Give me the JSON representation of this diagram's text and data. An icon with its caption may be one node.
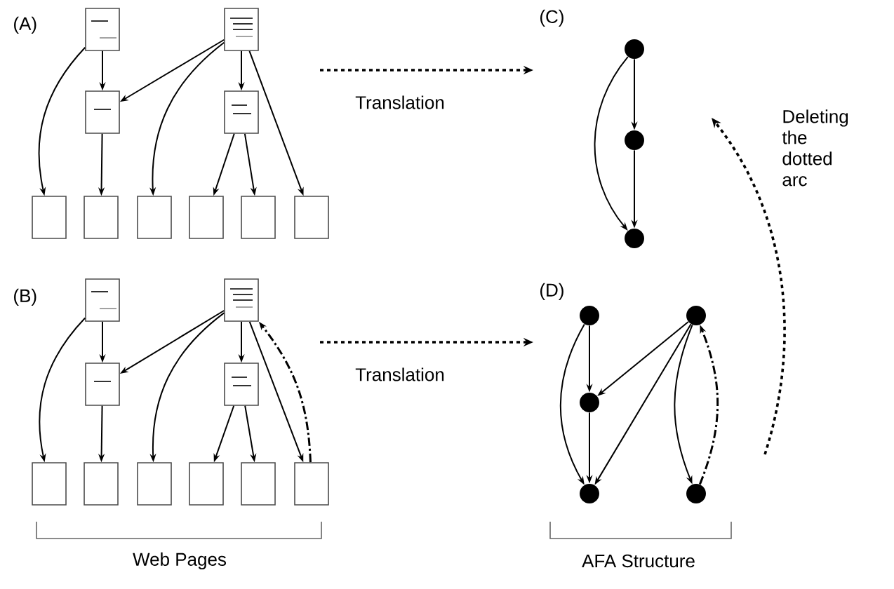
{
  "diagram": {
    "nodes": [
      {
        "text": [],
        "shape": "box"
      },
      {
        "text": [],
        "shape": "box"
      },
      {
        "text": [],
        "shape": "box"
      },
      {
        "text": [],
        "shape": "box"
      },
      {
        "text": [],
        "shape": "box"
      },
      {
        "text": [],
        "shape": "box"
      },
      {
        "text": [],
        "shape": "box"
      },
      {
        "text": [],
        "shape": "box"
      },
      {
        "text": [],
        "shape": "box"
      },
      {
        "text": [],
        "shape": "box"
      },
      {
        "text": [],
        "shape": "box"
      },
      {
        "text": [],
        "shape": "box"
      },
      {
        "text": [],
        "shape": "box"
      },
      {
        "text": [],
        "shape": "box"
      },
      {
        "text": [],
        "shape": "box"
      },
      {
        "text": [],
        "shape": "box"
      },
      {
        "text": [],
        "shape": "box"
      },
      {
        "text": [],
        "shape": "box"
      },
      {
        "text": [],
        "shape": "box"
      },
      {
        "text": [],
        "shape": "box"
      },
      {
        "text": [],
        "shape": "circle"
      },
      {
        "text": [],
        "shape": "circle"
      },
      {
        "text": [],
        "shape": "circle"
      },
      {
        "text": [],
        "shape": "circle"
      },
      {
        "text": [],
        "shape": "circle"
      },
      {
        "text": [],
        "shape": "circle"
      },
      {
        "text": [],
        "shape": "circle"
      },
      {
        "text": [],
        "shape": "circle"
      }
    ],
    "edges": [
      {
        "from": 0,
        "to": 4,
        "arrow": "to"
      },
      {
        "from": 0,
        "to": 2,
        "arrow": "to"
      },
      {
        "from": 1,
        "to": 2,
        "arrow": "to"
      },
      {
        "from": 1,
        "to": 6,
        "arrow": "to"
      },
      {
        "from": 1,
        "to": 3,
        "arrow": "to"
      },
      {
        "from": 1,
        "to": 9,
        "arrow": "to"
      },
      {
        "from": 2,
        "to": 5,
        "arrow": "to"
      },
      {
        "from": 3,
        "to": 7,
        "arrow": "to"
      },
      {
        "from": 3,
        "to": 8,
        "arrow": "to"
      },
      {
        "from": 10,
        "to": 14,
        "arrow": "to"
      },
      {
        "from": 10,
        "to": 12,
        "arrow": "to"
      },
      {
        "from": 11,
        "to": 12,
        "arrow": "to"
      },
      {
        "from": 11,
        "to": 16,
        "arrow": "to"
      },
      {
        "from": 11,
        "to": 13,
        "arrow": "to"
      },
      {
        "from": 11,
        "to": 19,
        "arrow": "to"
      },
      {
        "from": 12,
        "to": 15,
        "arrow": "to"
      },
      {
        "from": 13,
        "to": 17,
        "arrow": "to"
      },
      {
        "from": 13,
        "to": 18,
        "arrow": "to"
      },
      {
        "from": 19,
        "to": 11,
        "arrow": "to",
        "style": "dashed"
      },
      {
        "from": 20,
        "to": 21,
        "arrow": "to"
      },
      {
        "from": 21,
        "to": 22,
        "arrow": "to"
      },
      {
        "from": 20,
        "to": 22,
        "arrow": "to"
      },
      {
        "from": 23,
        "to": 24,
        "arrow": "to"
      },
      {
        "from": 24,
        "to": 25,
        "arrow": "to"
      },
      {
        "from": 23,
        "to": 25,
        "arrow": "to"
      },
      {
        "from": 26,
        "to": 24,
        "arrow": "to"
      },
      {
        "from": 26,
        "to": 25,
        "arrow": "to"
      },
      {
        "from": 26,
        "to": 27,
        "arrow": "to"
      },
      {
        "from": 27,
        "to": 26,
        "arrow": "to",
        "style": "dashed"
      }
    ],
    "labels": [
      "(A)",
      "Translation",
      "(C)",
      "Deleting the dotted arc",
      "(B)",
      "Translation",
      "(D)",
      "Web Pages",
      "AFA Structure"
    ]
  }
}
